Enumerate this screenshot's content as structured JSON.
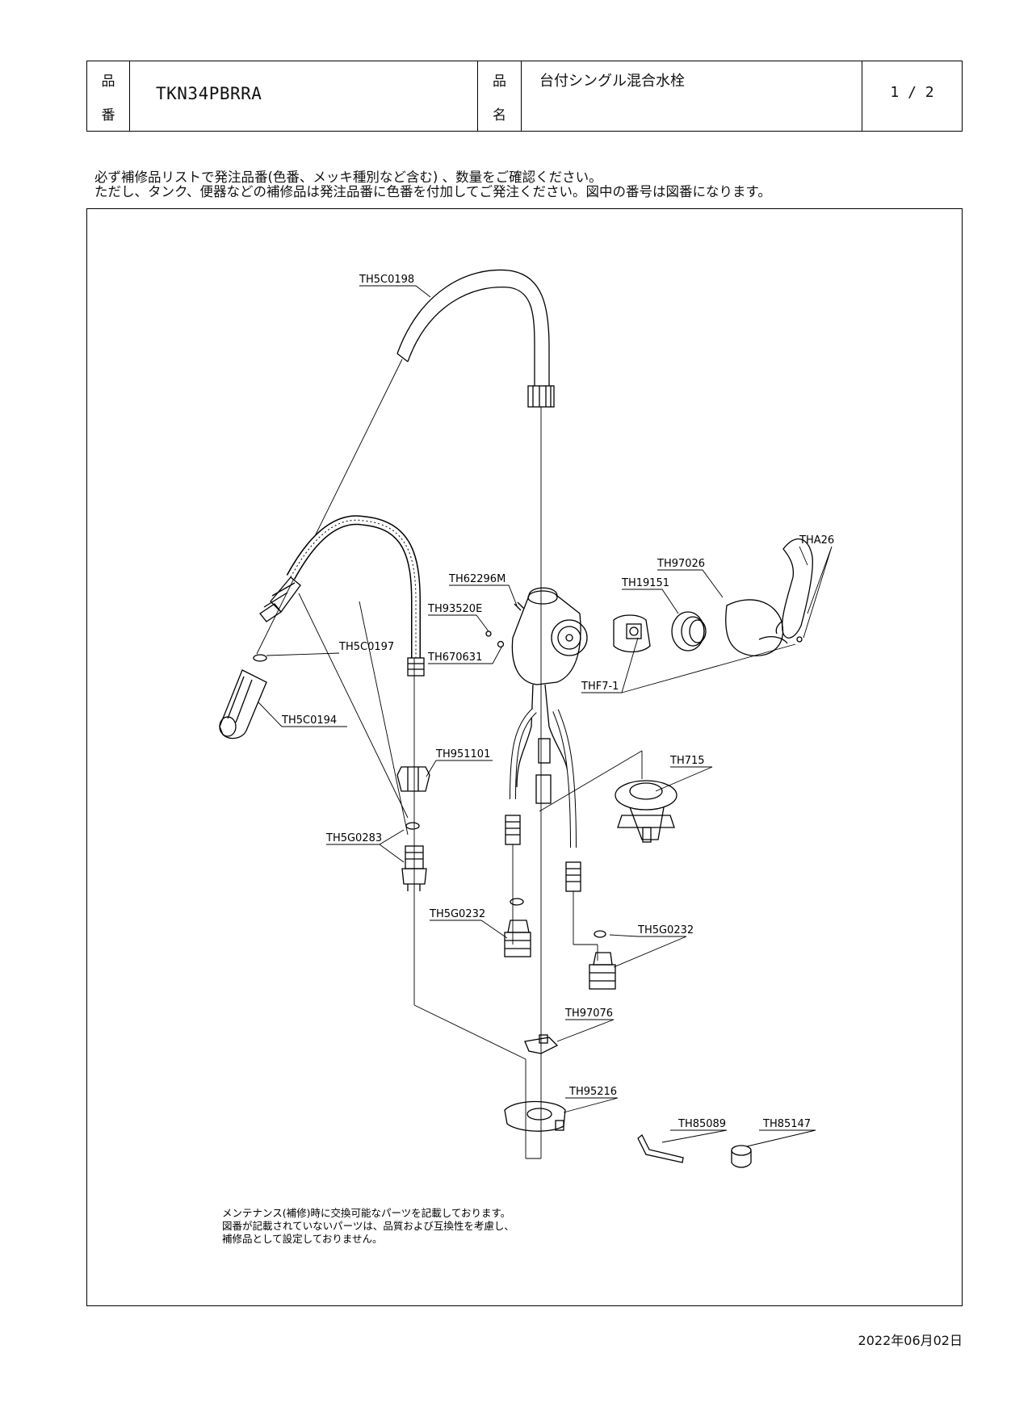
{
  "header": {
    "label_part_no_top": "品",
    "label_part_no_bottom": "番",
    "part_no": "TKN34PBRRA",
    "label_name_top": "品",
    "label_name_bottom": "名",
    "product_name": "台付シングル混合水栓",
    "page": "1 / 2"
  },
  "notes": {
    "line1": "必ず補修品リストで発注品番(色番、メッキ種別など含む) 、数量をご確認ください。",
    "line2": "ただし、タンク、便器などの補修品は発注品番に色番を付加してご発注ください。図中の番号は図番になります。"
  },
  "parts": {
    "TH5C0198": "TH5C0198",
    "THA26": "THA26",
    "TH97026": "TH97026",
    "TH62296M": "TH62296M",
    "TH19151": "TH19151",
    "TH93520E": "TH93520E",
    "TH5C0197": "TH5C0197",
    "TH670631": "TH670631",
    "THF7_1": "THF7-1",
    "TH5C0194": "TH5C0194",
    "TH951101": "TH951101",
    "TH715": "TH715",
    "TH5G0283": "TH5G0283",
    "TH5G0232_a": "TH5G0232",
    "TH5G0232_b": "TH5G0232",
    "TH97076": "TH97076",
    "TH95216": "TH95216",
    "TH85089": "TH85089",
    "TH85147": "TH85147"
  },
  "footer_note": {
    "line1": "メンテナンス(補修)時に交換可能なパーツを記載しております。",
    "line2": "図番が記載されていないパーツは、品質および互換性を考慮し、",
    "line3": "補修品として設定しておりません。"
  },
  "date": "2022年06月02日"
}
